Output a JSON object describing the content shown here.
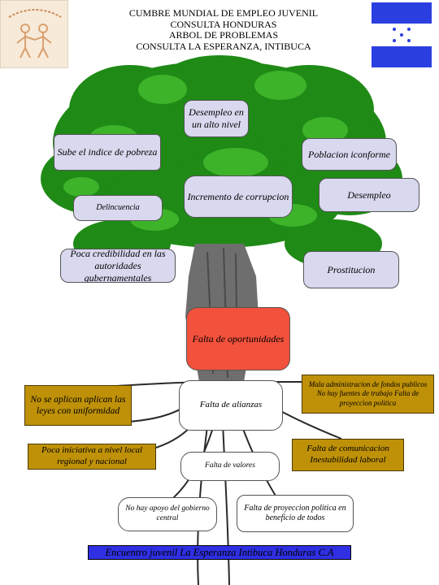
{
  "header": {
    "title_lines": [
      "CUMBRE MUNDIAL DE EMPLEO JUVENIL",
      "CONSULTA HONDURAS",
      "ARBOL DE PROBLEMAS",
      "CONSULTA LA ESPERANZA, INTIBUCA"
    ]
  },
  "colors": {
    "foliage": "#1f8a16",
    "foliage_light": "#3db32a",
    "trunk": "#6e6e6e",
    "effect_box": "#d8d8ef",
    "cause_box": "#bf9108",
    "core_problem": "#f2513c",
    "banner": "#2f2fe3",
    "flag_blue": "#2b3fe0"
  },
  "effects": {
    "desempleo_alto": "Desempleo en un alto nivel",
    "indice_pobreza": "Sube el indice de pobreza",
    "poblacion_inconforme": "Poblacion iconforme",
    "incremento_corrupcion": "Incremento de corrupcion",
    "desempleo": "Desempleo",
    "delincuencia": "Delincuencia",
    "poca_credibilidad": "Poca credibilidad en las autoridades gubernamentales",
    "prostitucion": "Prostitucion"
  },
  "core_problem": "Falta de oportunidades",
  "causes": {
    "leyes": "No se aplican aplican las leyes con uniformidad",
    "alianzas": "Falta de alianzas",
    "mala_administracion": "Mala administracion de fondos publicos No hay fuentes de trabajo Falta de proyeccion politica",
    "iniciativa": "Poca iniciativa a nivel local regional y nacional",
    "valores": "Falta de valores",
    "comunicacion": "Falta de comunicacion Inestabilidad laboral",
    "apoyo_gobierno": "No hay apoyo del gobierno central",
    "proyeccion_politica": "Falta de proyeccion politica en beneficio de todos"
  },
  "footer": "Encuentro juvenil La Esperanza Intibuca Honduras C.A"
}
